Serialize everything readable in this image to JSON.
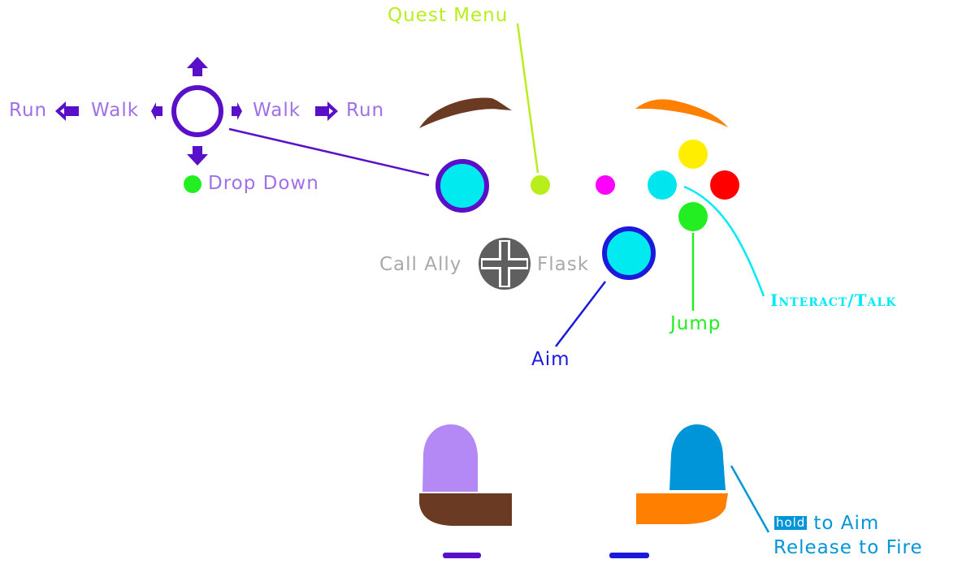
{
  "labels": {
    "quest_menu": "Quest Menu",
    "run_left": "Run",
    "walk_left": "Walk",
    "walk_right": "Walk",
    "run_right": "Run",
    "drop_down": "Drop Down",
    "call_ally": "Call Ally",
    "flask": "Flask",
    "aim": "Aim",
    "jump": "Jump",
    "interact_talk": "Interact/Talk",
    "hold_tag": "hold",
    "hold_to_aim": "to Aim",
    "release_to_fire": "Release to Fire"
  },
  "colors": {
    "movement": "#5a0fc8",
    "movement_text": "#a070e8",
    "quest": "#b8ee1c",
    "select_button": "#ff00ff",
    "face_top": "#ffee00",
    "face_right": "#ff0000",
    "face_bottom": "#22ee22",
    "face_left": "#00e5ee",
    "stick": "#00eaf0",
    "aim": "#1a1adc",
    "dpad": "#5f5f5f",
    "dpad_text": "#a9a9a9",
    "left_bumper": "#6b3a22",
    "right_bumper": "#ff7f00",
    "left_trigger": "#b589f5",
    "right_trigger": "#0095d8",
    "interact": "#00eaf6",
    "jump": "#22ee22"
  },
  "icons": [
    "up-arrow-icon",
    "down-arrow-icon",
    "left-arrow-icon",
    "right-arrow-icon",
    "dpad-icon"
  ]
}
